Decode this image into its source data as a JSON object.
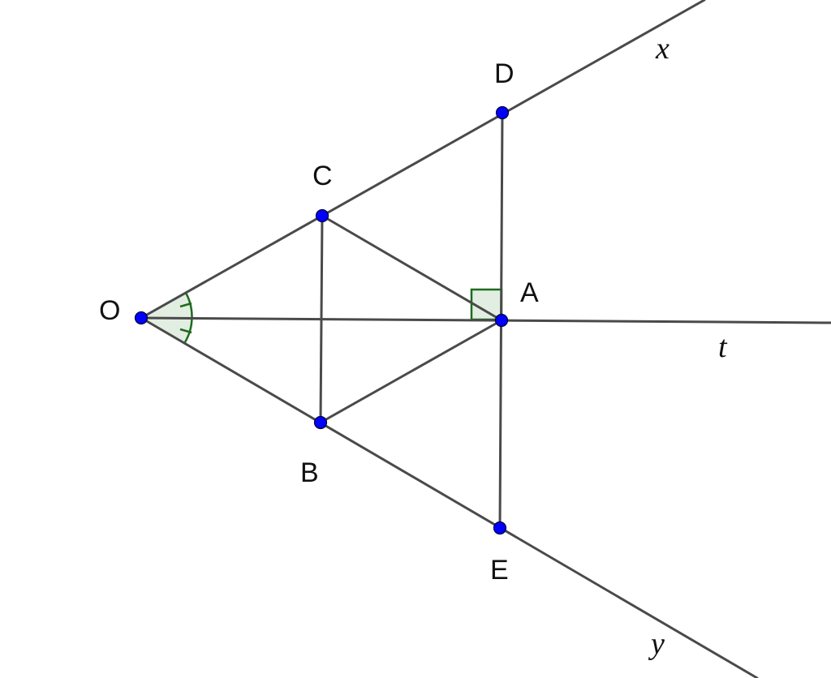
{
  "points": {
    "O": "O",
    "A": "A",
    "B": "B",
    "C": "C",
    "D": "D",
    "E": "E"
  },
  "rays": {
    "x": "x",
    "y": "y",
    "t": "t"
  },
  "colors": {
    "line": "#4a4a4a",
    "point": "#0000ff",
    "angle_mark": "#1e6b1e"
  },
  "markers": {
    "equal_angles_at_O": true,
    "right_angle_at_A": true
  }
}
